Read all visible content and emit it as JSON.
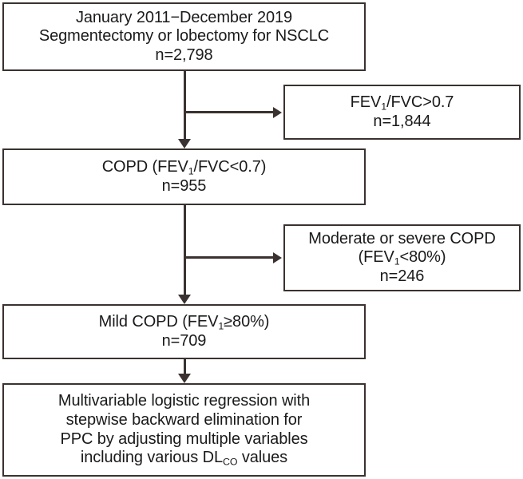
{
  "figure": {
    "type": "flowchart",
    "orientation": "vertical",
    "border_color": "#3a3230",
    "text_color": "#1a1a1a",
    "background_color": "#ffffff"
  },
  "nodes": {
    "enrollment": {
      "lines": [
        "January 2011−December 2019",
        "Segmentectomy or lobectomy for NSCLC",
        "n=2,798"
      ],
      "count": "2,798"
    },
    "normal_ratio": {
      "line1_pre": "FEV",
      "line1_sub": "1",
      "line1_post": "/FVC>0.7",
      "line2": "n=1,844",
      "count": "1,844"
    },
    "copd": {
      "line1_pre": "COPD (FEV",
      "line1_sub": "1",
      "line1_post": "/FVC<0.7)",
      "line2": "n=955",
      "count": "955"
    },
    "moderate_severe": {
      "line1": "Moderate or severe COPD",
      "line2_pre": "(FEV",
      "line2_sub": "1",
      "line2_post": "<80%)",
      "line3": "n=246",
      "count": "246"
    },
    "mild_copd": {
      "line1_pre": "Mild COPD (FEV",
      "line1_sub": "1",
      "line1_post": "≥80%)",
      "line2": "n=709",
      "count": "709"
    },
    "analysis": {
      "line1": "Multivariable logistic regression with",
      "line2": "stepwise backward elimination for",
      "line3": "PPC by adjusting multiple variables",
      "line4_pre": "including various DL",
      "line4_sub": "CO",
      "line4_post": " values"
    }
  }
}
